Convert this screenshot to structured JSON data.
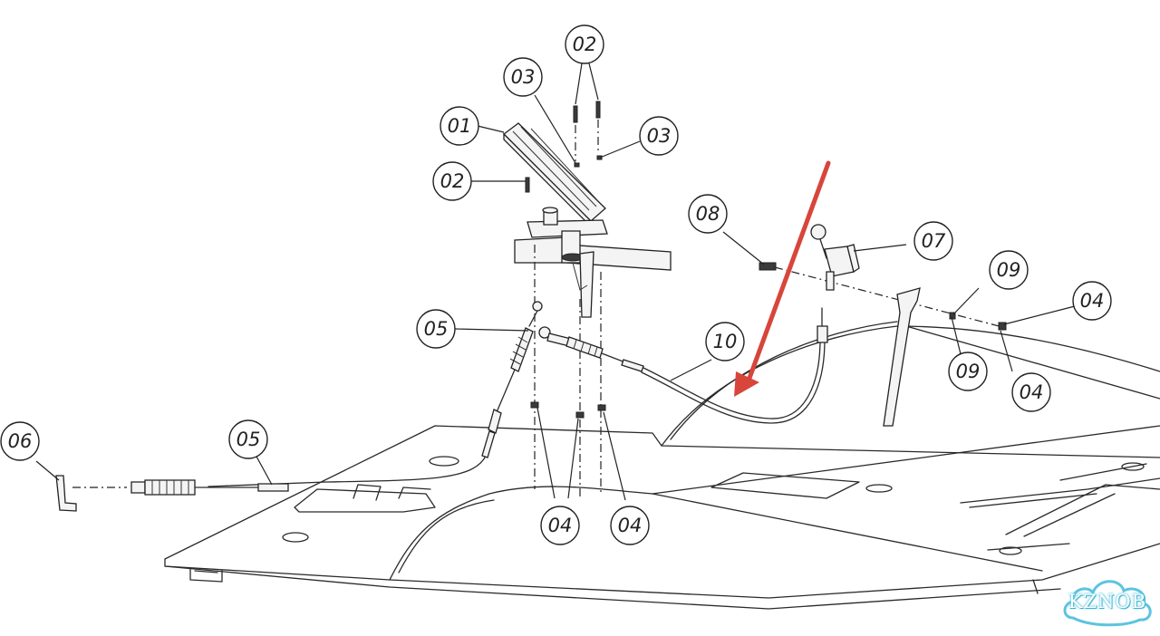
{
  "callouts": [
    {
      "id": "c01",
      "label": "01"
    },
    {
      "id": "c02a",
      "label": "02"
    },
    {
      "id": "c02b",
      "label": "02"
    },
    {
      "id": "c03a",
      "label": "03"
    },
    {
      "id": "c03b",
      "label": "03"
    },
    {
      "id": "c04a",
      "label": "04"
    },
    {
      "id": "c04b",
      "label": "04"
    },
    {
      "id": "c04c",
      "label": "04"
    },
    {
      "id": "c04d",
      "label": "04"
    },
    {
      "id": "c05a",
      "label": "05"
    },
    {
      "id": "c05b",
      "label": "05"
    },
    {
      "id": "c06",
      "label": "06"
    },
    {
      "id": "c07",
      "label": "07"
    },
    {
      "id": "c08",
      "label": "08"
    },
    {
      "id": "c09a",
      "label": "09"
    },
    {
      "id": "c09b",
      "label": "09"
    },
    {
      "id": "c10",
      "label": "10"
    }
  ],
  "watermark": {
    "text": "KZNOB",
    "color": "#5cc4df"
  },
  "arrow_color": "#d8453a"
}
